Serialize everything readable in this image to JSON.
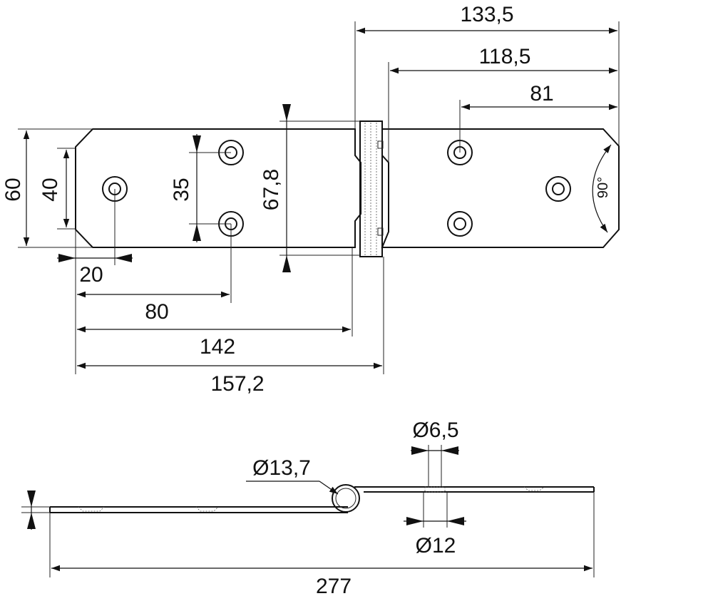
{
  "top_view": {
    "dims": {
      "d133_5": "133,5",
      "d118_5": "118,5",
      "d81": "81",
      "d60": "60",
      "d40": "40",
      "d35": "35",
      "d67_8": "67,8",
      "d90deg": "90°",
      "d20": "20",
      "d80": "80",
      "d142": "142",
      "d157_2": "157,2"
    }
  },
  "side_view": {
    "dims": {
      "d6_5": "Ø6,5",
      "d13_7": "Ø13,7",
      "d12": "Ø12",
      "d277": "277"
    }
  }
}
